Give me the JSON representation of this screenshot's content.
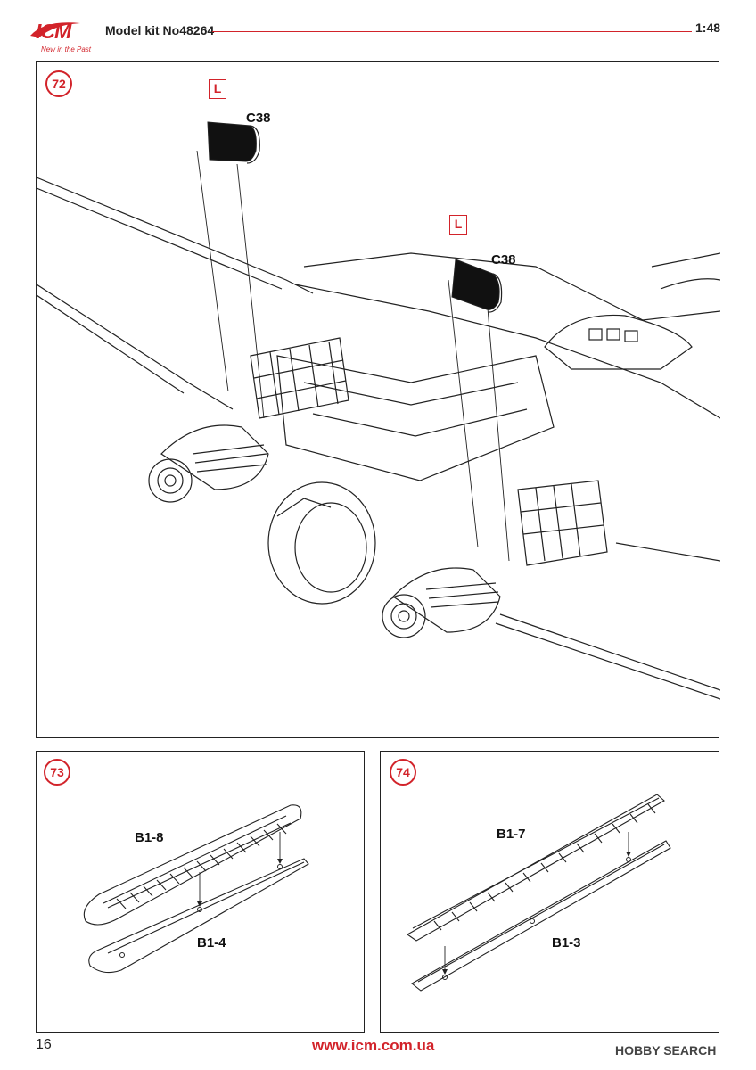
{
  "header": {
    "logo_text": "ICM",
    "logo_tagline": "New in the Past",
    "kit_number": "Model kit No48264",
    "scale": "1:48"
  },
  "steps": [
    {
      "number": "72",
      "parts": [
        {
          "code": "C38",
          "marker": "L"
        },
        {
          "code": "C38",
          "marker": "L"
        }
      ]
    },
    {
      "number": "73",
      "parts": [
        {
          "code": "B1-8"
        },
        {
          "code": "B1-4"
        }
      ]
    },
    {
      "number": "74",
      "parts": [
        {
          "code": "B1-7"
        },
        {
          "code": "B1-3"
        }
      ]
    }
  ],
  "footer": {
    "page_number": "16",
    "website": "www.icm.com.ua",
    "watermark": "HOBBY SEARCH"
  },
  "colors": {
    "brand_red": "#d2232a",
    "line": "#222222"
  }
}
